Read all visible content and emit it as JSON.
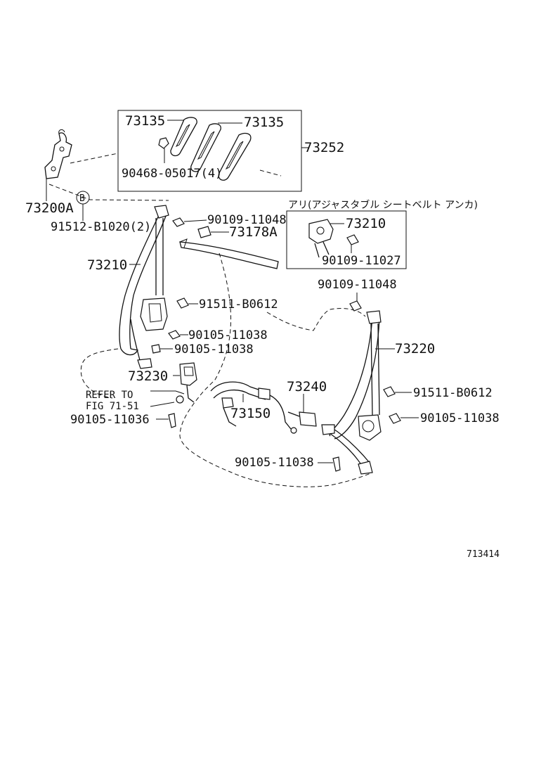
{
  "labels": {
    "p73135_a": "73135",
    "p73135_b": "73135",
    "p73252": "73252",
    "p90468": "90468-05017(4)",
    "p73200a": "73200A",
    "ref_b": "B",
    "p91512": "91512-B1020(2)",
    "p90109_11048_a": "90109-11048",
    "p73178a": "73178A",
    "p73210_main": "73210",
    "p91511_b0612_a": "91511-B0612",
    "p90105_11038_a": "90105-11038",
    "p90105_11038_b": "90105-11038",
    "p73230": "73230",
    "refer_to_line1": "REFER TO",
    "refer_to_line2": "FIG 71-51",
    "p90105_11036": "90105-11036",
    "p73150": "73150",
    "p73240": "73240",
    "p90105_11038_c": "90105-11038",
    "p90109_11048_b": "90109-11048",
    "p73220": "73220",
    "p91511_b0612_b": "91511-B0612",
    "p90105_11038_d": "90105-11038",
    "inset_title": "アリ(アジャスタブル シートベルト アンカ)",
    "p73210_inset": "73210",
    "p90109_11027": "90109-11027",
    "figure_number": "713414"
  }
}
